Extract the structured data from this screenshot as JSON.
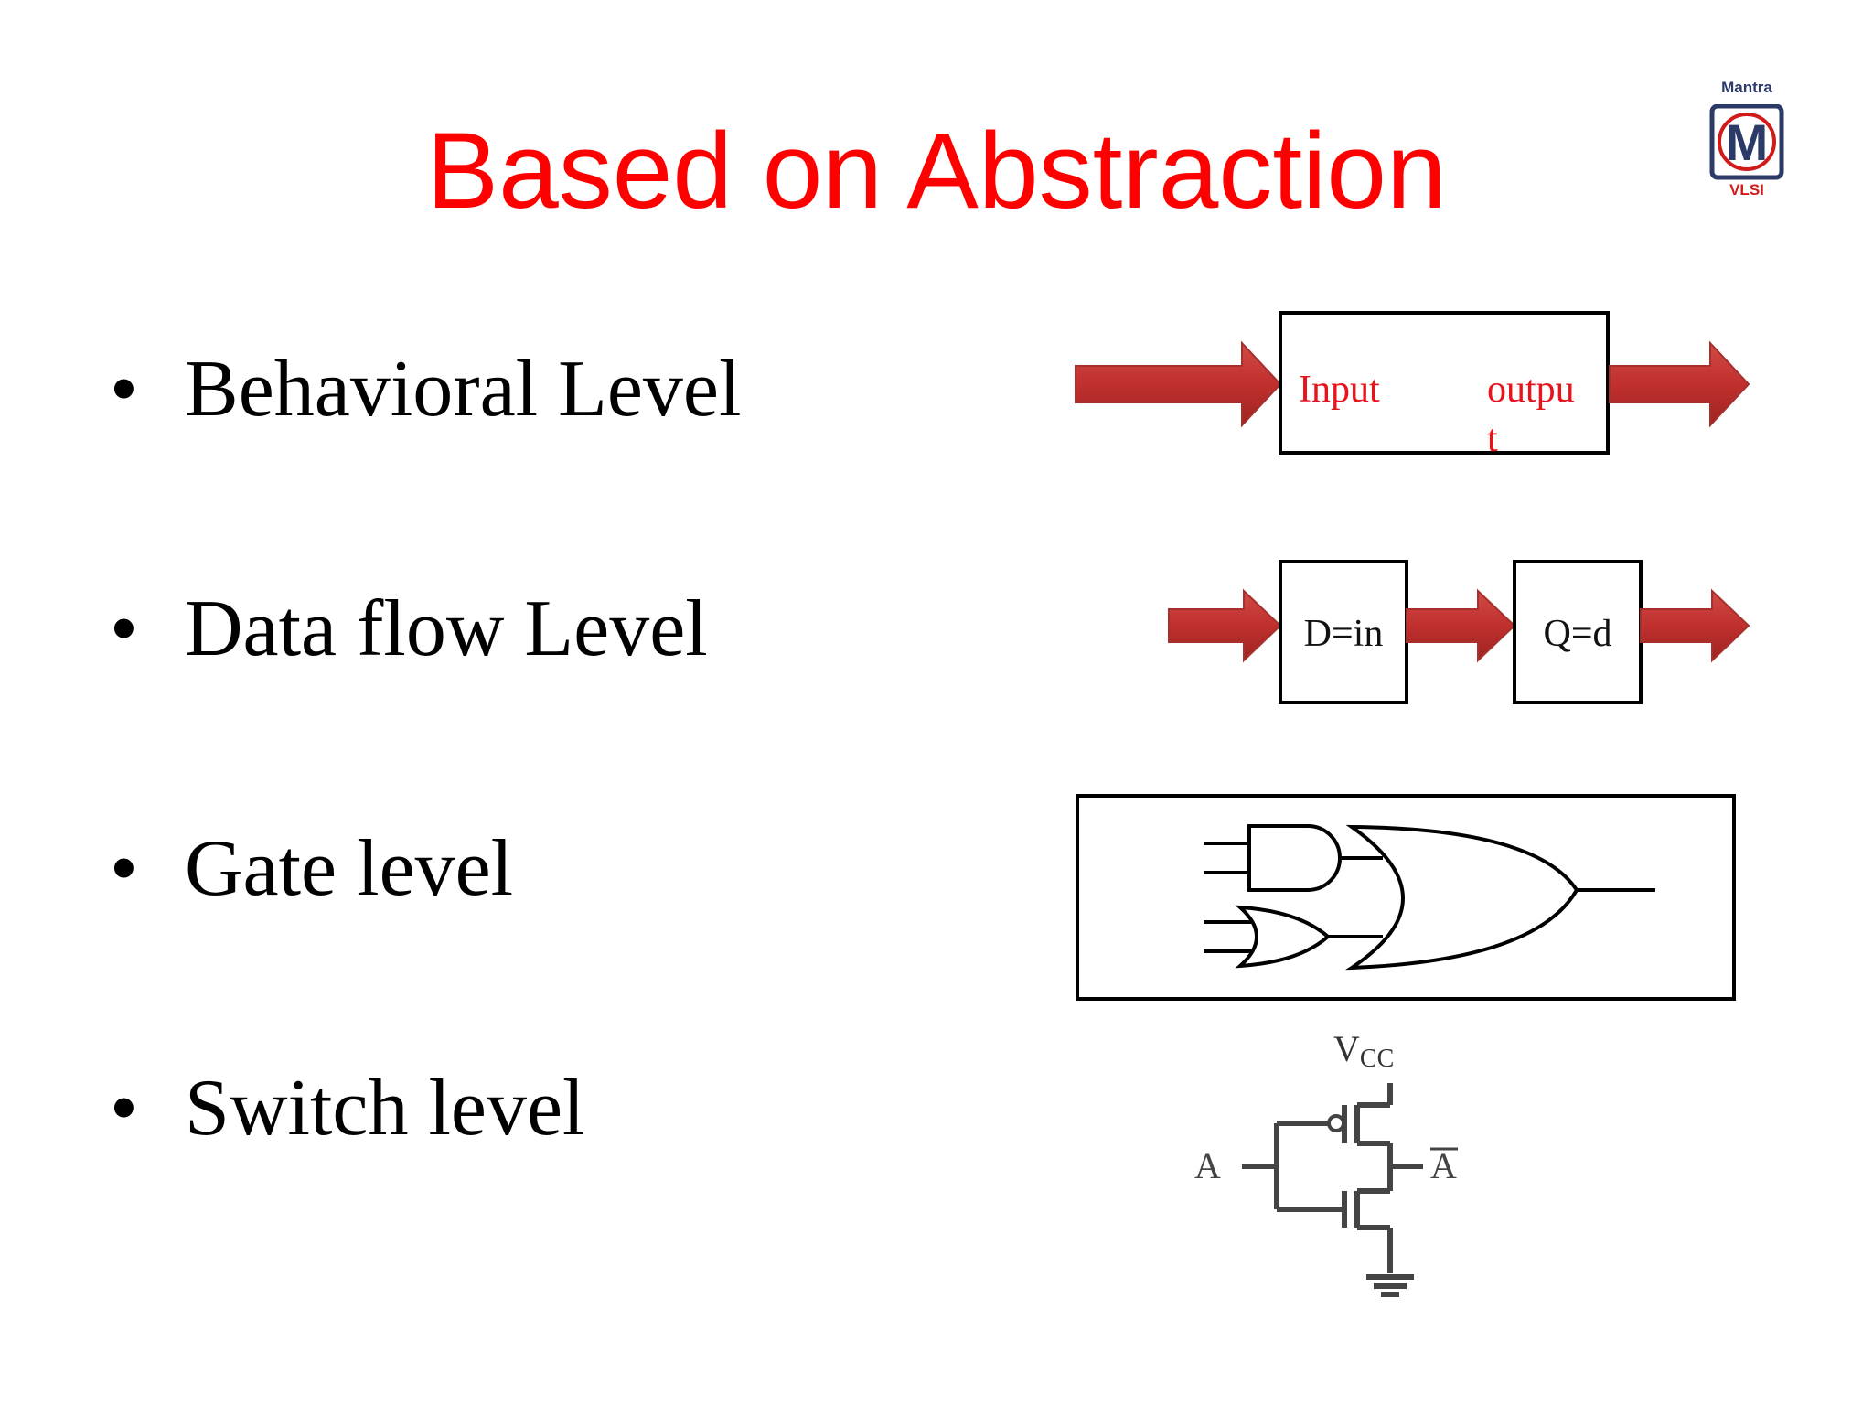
{
  "slide": {
    "title": "Based on Abstraction",
    "logo": {
      "top_text": "Mantra",
      "letter": "M",
      "bottom_text": "VLSI"
    },
    "bullets": [
      {
        "marker": "•",
        "text": "Behavioral Level"
      },
      {
        "marker": "•",
        "text": "Data flow Level"
      },
      {
        "marker": "•",
        "text": "Gate level"
      },
      {
        "marker": "•",
        "text": "Switch level"
      }
    ]
  },
  "diagrams": {
    "behavioral": {
      "input_label": "Input",
      "output_label_line1": "outpu",
      "output_label_line2": "t"
    },
    "dataflow": {
      "block1_label": "D=in",
      "block2_label": "Q=d"
    },
    "gate": {},
    "switch": {
      "vcc_main": "V",
      "vcc_sub": "CC",
      "input_label": "A",
      "output_label": "A"
    }
  },
  "colors": {
    "title": "#ff0000",
    "arrow": "#c0302e",
    "label_red": "#e8141b",
    "logo_blue": "#2b3a66",
    "logo_red": "#d11b1b"
  }
}
